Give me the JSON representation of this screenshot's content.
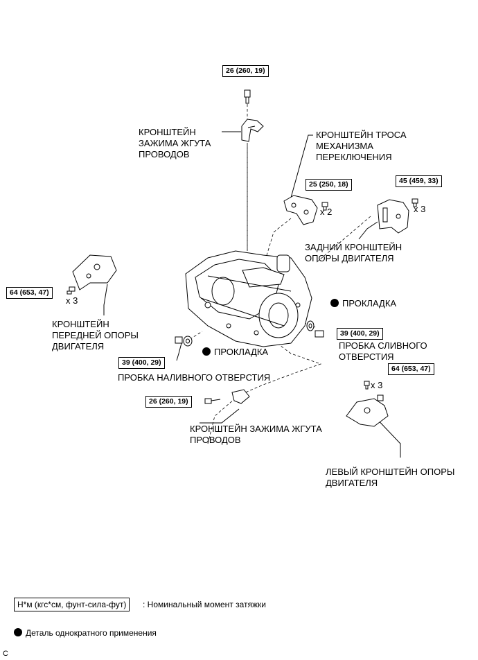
{
  "torques": {
    "t_top": "26 (260, 19)",
    "t_cable": "25 (250, 18)",
    "t_rear": "45 (459, 33)",
    "t_front": "64 (653, 47)",
    "t_drain": "39 (400, 29)",
    "t_fill": "39 (400, 29)",
    "t_left": "64 (653, 47)",
    "t_bottom": "26 (260, 19)"
  },
  "multipliers": {
    "cable": "x 2",
    "rear": "x 3",
    "front": "x 3",
    "left": "x 3"
  },
  "labels": {
    "harness_top": "КРОНШТЕЙН\nЗАЖИМА ЖГУТА\nПРОВОДОВ",
    "cable_bracket": "КРОНШТЕЙН ТРОСА\nМЕХАНИЗМА\nПЕРЕКЛЮЧЕНИЯ",
    "rear_mount": "ЗАДНИЙ КРОНШТЕЙН\nОПОРЫ ДВИГАТЕЛЯ",
    "front_mount": "КРОНШТЕЙН\nПЕРЕДНЕЙ ОПОРЫ\nДВИГАТЕЛЯ",
    "gasket_right": "ПРОКЛАДКА",
    "drain_plug": "ПРОБКА СЛИВНОГО\nОТВЕРСТИЯ",
    "gasket_left": "ПРОКЛАДКА",
    "fill_plug": "ПРОБКА НАЛИВНОГО ОТВЕРСТИЯ",
    "harness_bottom": "КРОНШТЕЙН ЗАЖИМА ЖГУТА\nПРОВОДОВ",
    "left_mount": "ЛЕВЫЙ КРОНШТЕЙН ОПОРЫ\nДВИГАТЕЛЯ"
  },
  "legend": {
    "unit_box": "Н*м (кгс*см, фунт-сила-фут)",
    "unit_desc": ": Номинальный момент затяжки",
    "single_use": "Деталь однократного применения"
  },
  "footer_code": "C"
}
